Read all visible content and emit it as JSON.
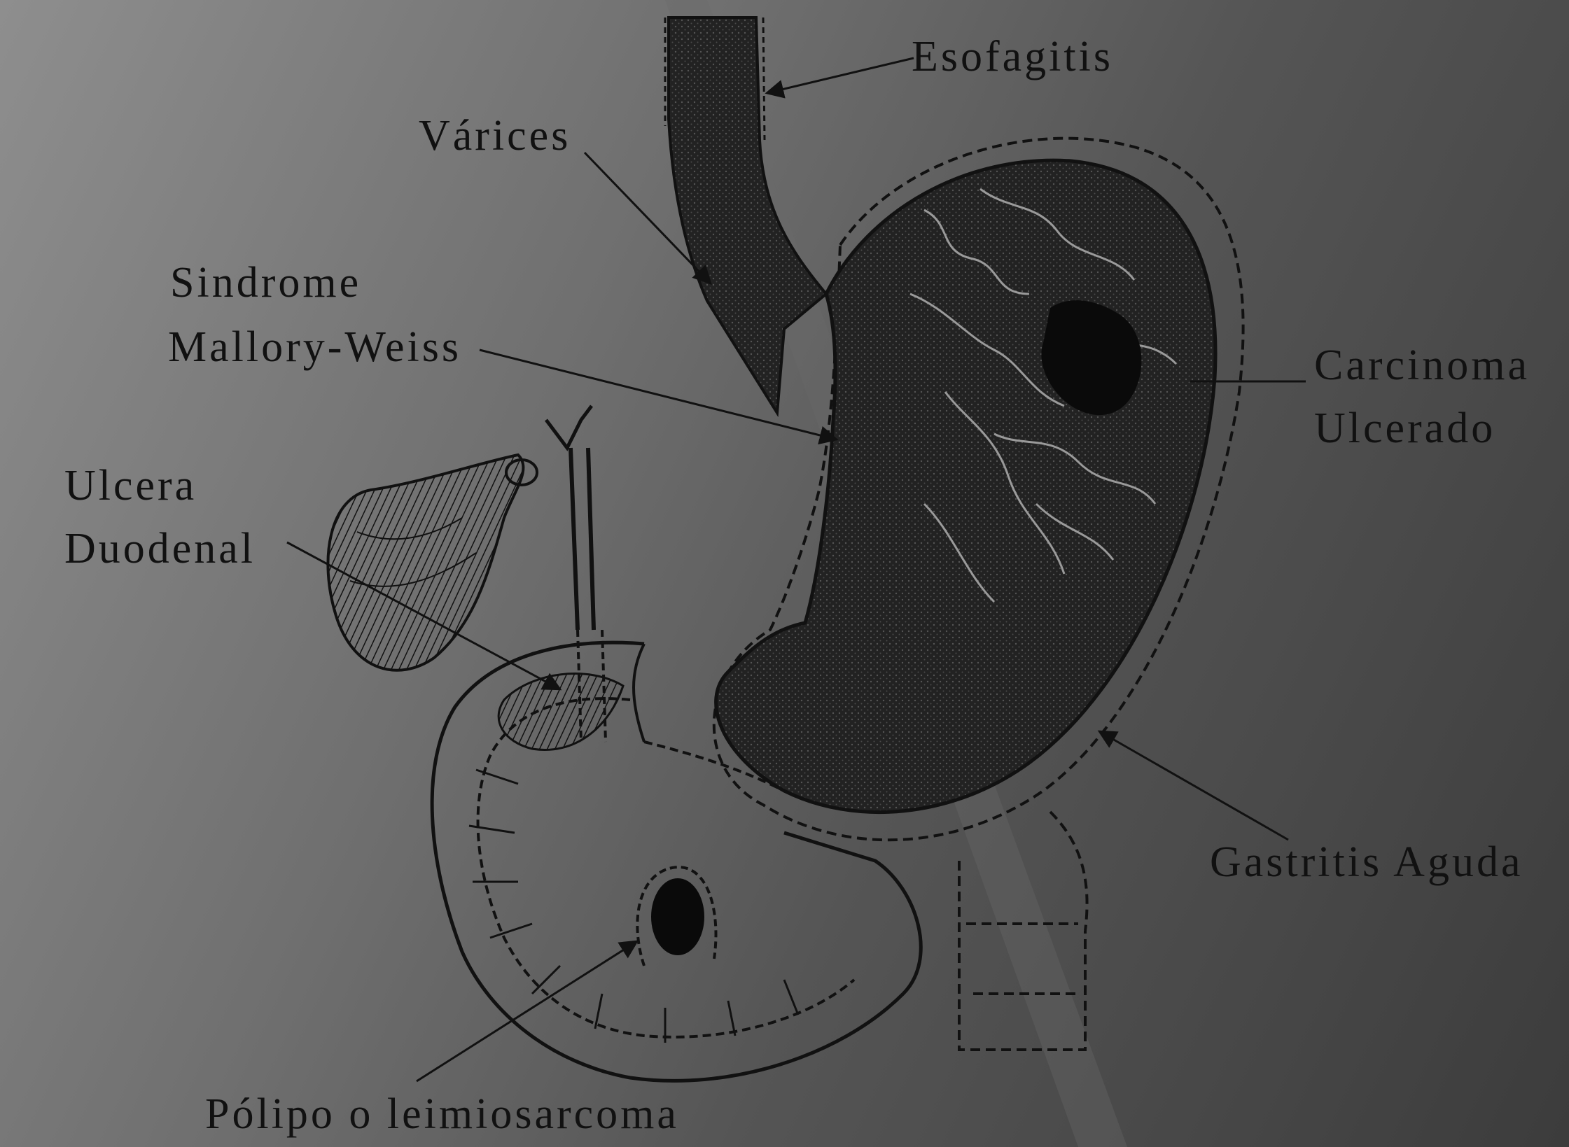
{
  "labels": {
    "esofagitis": "Esofagitis",
    "varices": "Várices",
    "mallory_line1": "Sindrome",
    "mallory_line2": "Mallory-Weiss",
    "carcinoma_line1": "Carcinoma",
    "carcinoma_line2": "Ulcerado",
    "ulcera_line1": "Ulcera",
    "ulcera_line2": "Duodenal",
    "gastritis": "Gastritis Aguda",
    "polipo": "Pólipo o leimiosarcoma"
  },
  "colors": {
    "ink": "#111111",
    "background_light": "#8e8e8e",
    "background_dark": "#3c3c3c"
  }
}
